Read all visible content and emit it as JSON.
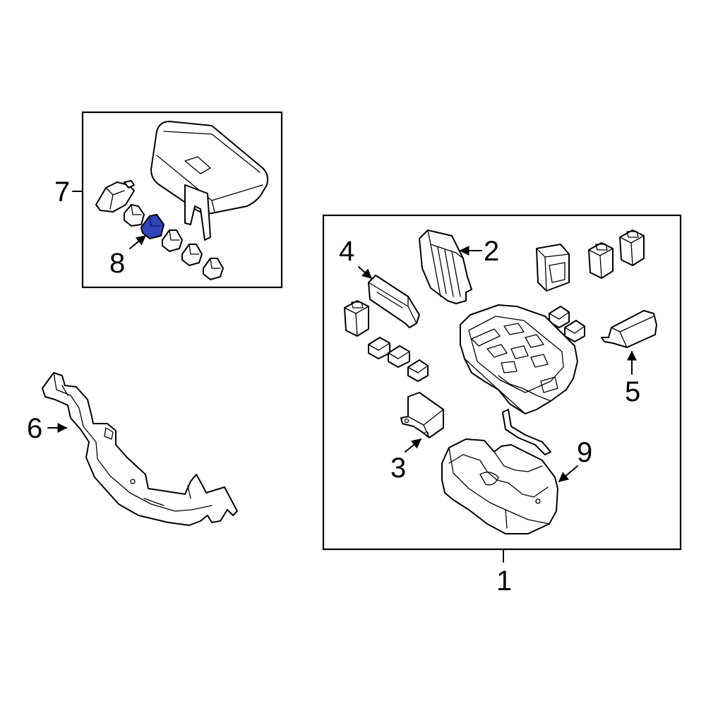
{
  "callouts": {
    "c1": "1",
    "c2": "2",
    "c3": "3",
    "c4": "4",
    "c5": "5",
    "c6": "6",
    "c7": "7",
    "c8": "8",
    "c9": "9"
  },
  "colors": {
    "highlight_part": "#2e44b8",
    "line": "#000000",
    "background": "#ffffff"
  }
}
